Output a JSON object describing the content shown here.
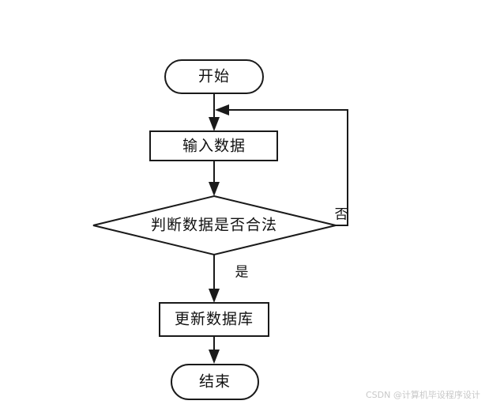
{
  "diagram": {
    "type": "flowchart",
    "orientation": "top-to-bottom",
    "background_color": "#ffffff",
    "line_color": "#1a1a1a",
    "text_color": "#111111",
    "nodes": [
      {
        "id": "start",
        "shape": "stadium",
        "label": "开始"
      },
      {
        "id": "input",
        "shape": "rectangle",
        "label": "输入数据"
      },
      {
        "id": "decision",
        "shape": "diamond",
        "label": "判断数据是否合法"
      },
      {
        "id": "update",
        "shape": "rectangle",
        "label": "更新数据库"
      },
      {
        "id": "end",
        "shape": "stadium",
        "label": "结束"
      }
    ],
    "edges": [
      {
        "id": "start-input",
        "from": "start",
        "to": "input",
        "label": ""
      },
      {
        "id": "input-decision",
        "from": "input",
        "to": "decision",
        "label": ""
      },
      {
        "id": "decision-update",
        "from": "decision",
        "to": "update",
        "label": "是"
      },
      {
        "id": "decision-input",
        "from": "decision",
        "to": "input",
        "label": "否"
      },
      {
        "id": "update-end",
        "from": "update",
        "to": "end",
        "label": ""
      }
    ]
  },
  "watermark": {
    "text": "CSDN @计算机毕设程序设计"
  }
}
